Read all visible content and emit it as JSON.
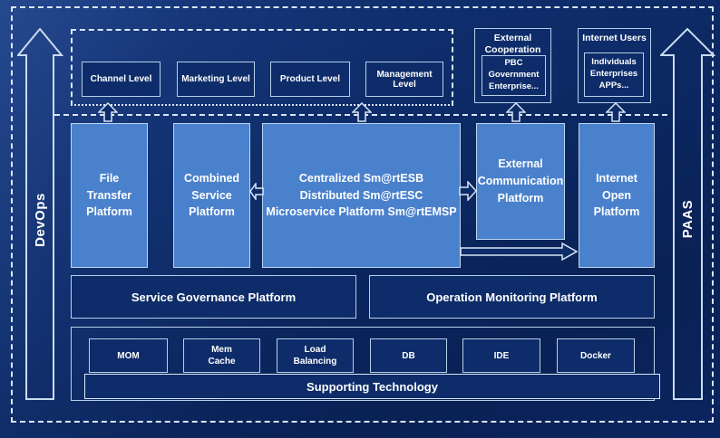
{
  "colors": {
    "background": "#0D2B67",
    "panel_dark": "#0D2C69",
    "panel_blue": "#4A81CC",
    "border_light": "#C7DCF2",
    "text": "#FFFFFF"
  },
  "rails": {
    "devops_label": "DevOps",
    "paas_label": "PAAS"
  },
  "top_section": {
    "levels": [
      {
        "label": "Channel Level"
      },
      {
        "label": "Marketing Level"
      },
      {
        "label": "Product Level"
      },
      {
        "label": "Management Level"
      }
    ],
    "external_cooperation": {
      "title": "External\nCooperation",
      "members": "PBC Government\nEnterprise..."
    },
    "internet_users": {
      "title": "Internet Users",
      "members": "Individuals\nEnterprises\nAPPs..."
    }
  },
  "platform_layer": {
    "file_transfer": "File\nTransfer\nPlatform",
    "combined_service": "Combined\nService\nPlatform",
    "esb_core": "Centralized Sm@rtESB\nDistributed Sm@rtESC\nMicroservice Platform Sm@rtEMSP",
    "external_communication": "External\nCommunication\nPlatform",
    "internet_open": "Internet\nOpen\nPlatform"
  },
  "management_layer": {
    "service_governance": "Service Governance Platform",
    "operation_monitoring": "Operation Monitoring Platform"
  },
  "technology_layer": {
    "items": [
      {
        "label": "MOM"
      },
      {
        "label": "Mem\nCache"
      },
      {
        "label": "Load\nBalancing"
      },
      {
        "label": "DB"
      },
      {
        "label": "IDE"
      },
      {
        "label": "Docker"
      }
    ],
    "footer": "Supporting Technology"
  }
}
